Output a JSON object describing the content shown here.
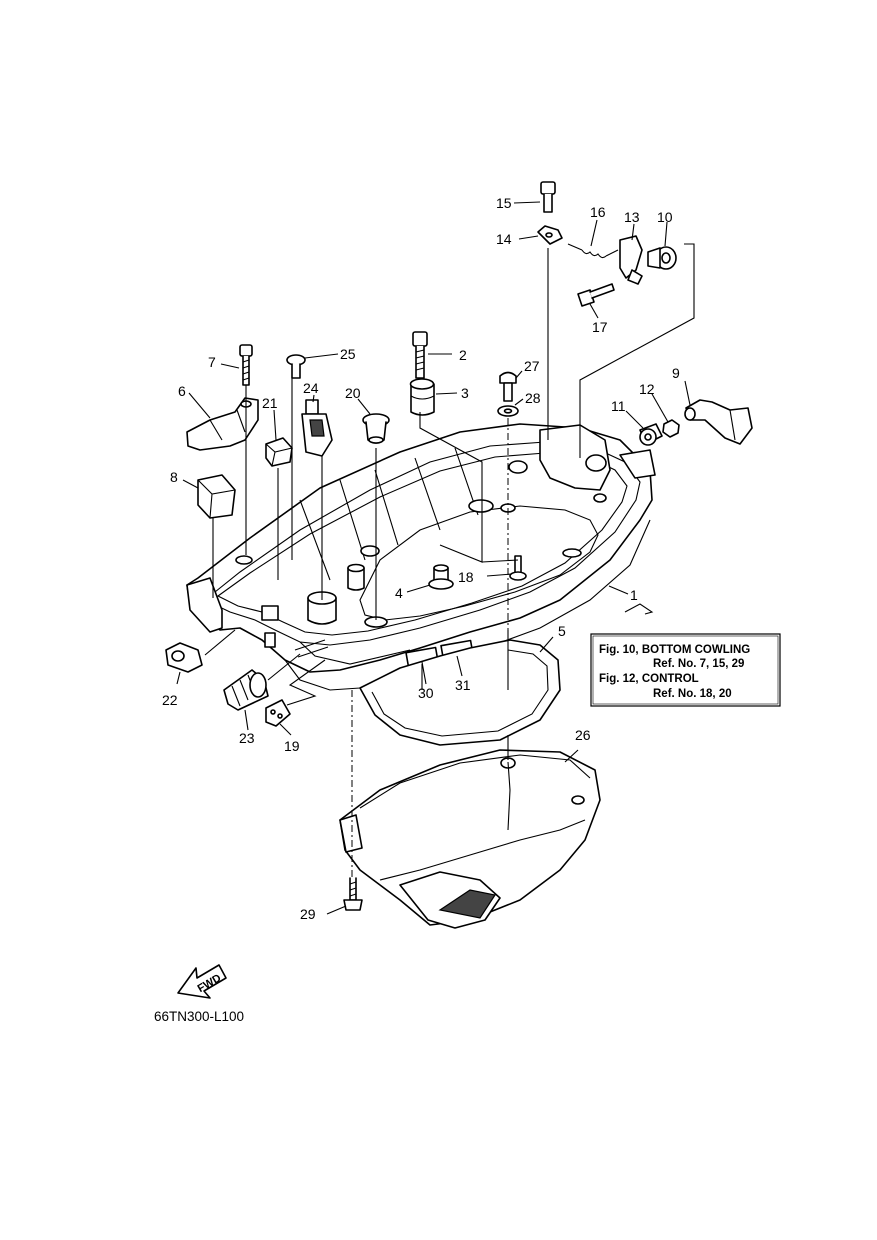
{
  "callouts": {
    "p1": "1",
    "p2": "2",
    "p3": "3",
    "p4": "4",
    "p5": "5",
    "p6": "6",
    "p7": "7",
    "p8": "8",
    "p9": "9",
    "p10": "10",
    "p11": "11",
    "p12": "12",
    "p13": "13",
    "p14": "14",
    "p15": "15",
    "p16": "16",
    "p17": "17",
    "p18": "18",
    "p19": "19",
    "p20": "20",
    "p21": "21",
    "p22": "22",
    "p23": "23",
    "p24": "24",
    "p25": "25",
    "p26": "26",
    "p27": "27",
    "p28": "28",
    "p29": "29",
    "p30": "30",
    "p31": "31"
  },
  "reference_note": {
    "line1": "Fig. 10, BOTTOM COWLING",
    "line2": "Ref. No. 7, 15, 29",
    "line3": "Fig. 12, CONTROL",
    "line4": "Ref. No. 18, 20"
  },
  "fwd_label": "FWD",
  "diagram_code": "66TN300-L100"
}
